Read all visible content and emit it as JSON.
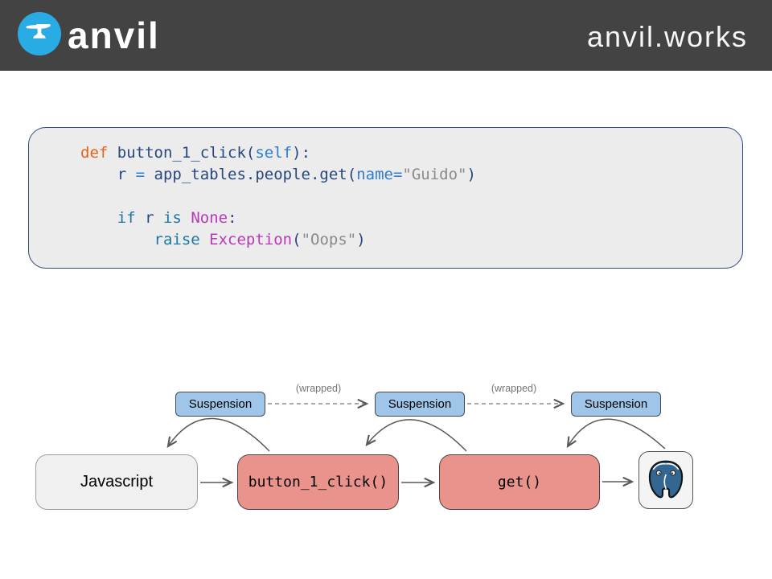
{
  "header": {
    "logo_text": "anvil",
    "site_text": "anvil.works",
    "colors": {
      "bar": "#434343",
      "logo_circle": "#29abe3"
    }
  },
  "code": {
    "colors": {
      "base": "#26477e",
      "keyword": "#e8611c",
      "name_blue": "#2e7cd6",
      "flow": "#1b76a5",
      "type_magenta": "#b93ab9",
      "string": "#8a8a8a"
    },
    "lines": [
      [
        {
          "t": "def ",
          "c": "keyword"
        },
        {
          "t": "button_1_click(",
          "c": "base"
        },
        {
          "t": "self",
          "c": "name_blue"
        },
        {
          "t": "):",
          "c": "base"
        }
      ],
      [
        {
          "t": "    r ",
          "c": "base"
        },
        {
          "t": "= ",
          "c": "name_blue"
        },
        {
          "t": "app_tables.people.get(",
          "c": "base"
        },
        {
          "t": "name",
          "c": "name_blue"
        },
        {
          "t": "=",
          "c": "name_blue"
        },
        {
          "t": "\"Guido\"",
          "c": "string"
        },
        {
          "t": ")",
          "c": "base"
        }
      ],
      [],
      [
        {
          "t": "    ",
          "c": "base"
        },
        {
          "t": "if",
          "c": "flow"
        },
        {
          "t": " r ",
          "c": "base"
        },
        {
          "t": "is",
          "c": "flow"
        },
        {
          "t": " ",
          "c": "base"
        },
        {
          "t": "None",
          "c": "type_magenta"
        },
        {
          "t": ":",
          "c": "base"
        }
      ],
      [
        {
          "t": "        ",
          "c": "base"
        },
        {
          "t": "raise",
          "c": "flow"
        },
        {
          "t": " ",
          "c": "base"
        },
        {
          "t": "Exception",
          "c": "type_magenta"
        },
        {
          "t": "(",
          "c": "base"
        },
        {
          "t": "\"Oops\"",
          "c": "string"
        },
        {
          "t": ")",
          "c": "base"
        }
      ]
    ]
  },
  "diagram": {
    "suspensions": [
      "Suspension",
      "Suspension",
      "Suspension"
    ],
    "wrapped_labels": [
      "(wrapped)",
      "(wrapped)"
    ],
    "nodes": [
      {
        "label": "Javascript"
      },
      {
        "label": "button_1_click()"
      },
      {
        "label": "get()"
      },
      {
        "label": "",
        "icon": "postgresql-elephant"
      }
    ],
    "colors": {
      "suspension_fill": "#9fc5e8",
      "node_salmon_fill": "#ea938d",
      "node_gray_fill": "#f0f0f0",
      "postgres_blue": "#336791",
      "arrow": "#595959"
    }
  }
}
